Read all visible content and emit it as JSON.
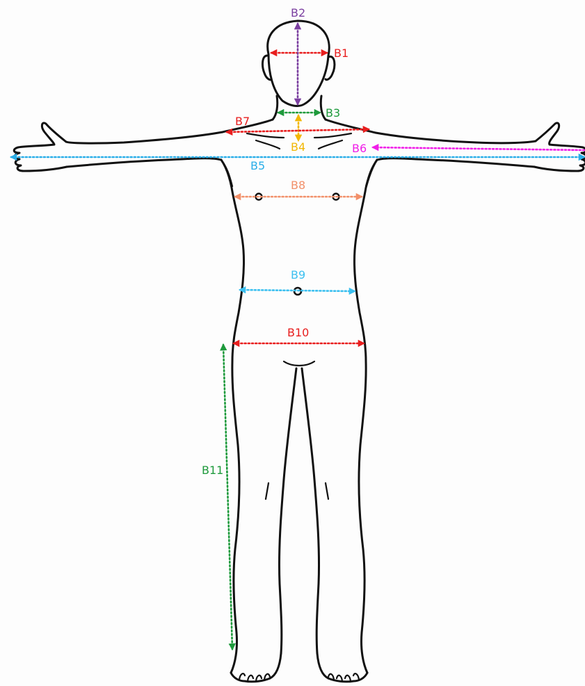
{
  "measurements": [
    {
      "id": "b1",
      "label": "B1",
      "color": "#e81e1e"
    },
    {
      "id": "b2",
      "label": "B2",
      "color": "#7b3fa0"
    },
    {
      "id": "b3",
      "label": "B3",
      "color": "#1e9a3c"
    },
    {
      "id": "b4",
      "label": "B4",
      "color": "#f2b705"
    },
    {
      "id": "b5",
      "label": "B5",
      "color": "#2aaee8"
    },
    {
      "id": "b6",
      "label": "B6",
      "color": "#f01ee8"
    },
    {
      "id": "b7",
      "label": "B7",
      "color": "#e81e1e"
    },
    {
      "id": "b8",
      "label": "B8",
      "color": "#f2906a"
    },
    {
      "id": "b9",
      "label": "B9",
      "color": "#3cc0f0"
    },
    {
      "id": "b10",
      "label": "B10",
      "color": "#e81e1e"
    },
    {
      "id": "b11",
      "label": "B11",
      "color": "#1e9a3c"
    }
  ]
}
